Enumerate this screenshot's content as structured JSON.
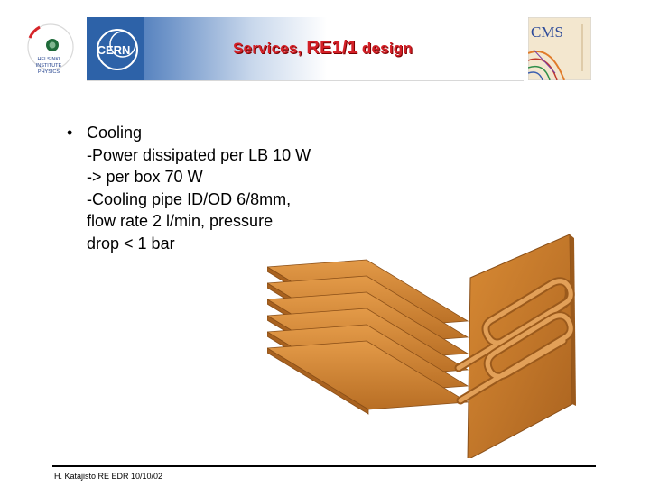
{
  "header": {
    "title_prefix": "Services, ",
    "title_big": "RE1/1",
    "title_suffix": " design",
    "cern_logo_text": "CERN",
    "cms_logo_text": "CMS",
    "left_logo_text_1": "HELSINKI",
    "left_logo_text_2": "INSTITUTE",
    "left_logo_text_3": "PHYSICS"
  },
  "content": {
    "bullet_char": "•",
    "heading": "Cooling",
    "lines": [
      "-Power dissipated per LB 10 W",
      "-> per box 70 W",
      "-Cooling pipe ID/OD 6/8mm,",
      "flow rate 2 l/min, pressure",
      "drop < 1 bar"
    ]
  },
  "footer": {
    "text": "H. Katajisto  RE EDR 10/10/02"
  },
  "colors": {
    "title_red": "#d32027",
    "copper": "#c87a2a",
    "banner_blue": "#2d62a8"
  }
}
